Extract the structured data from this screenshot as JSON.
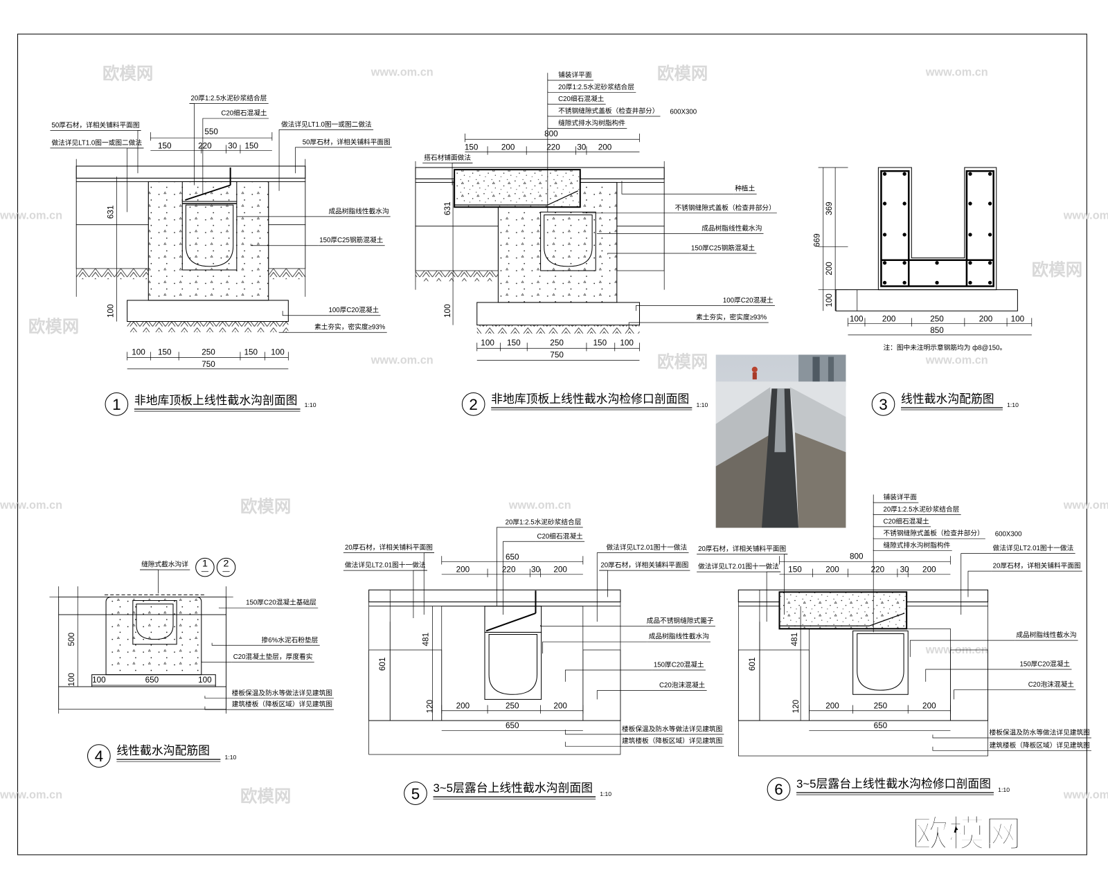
{
  "watermark": {
    "brand": "欧模网",
    "url": "www.om.cn"
  },
  "sections": [
    {
      "number": "1",
      "title": "非地库顶板上线性截水沟剖面图",
      "scale": "1:10",
      "labels": [
        "20厚1:2.5水泥砂浆结合层",
        "C20细石混凝土",
        "50厚石材，详相关铺料平面图",
        "做法详见LT1.0图一或图二做法",
        "做法详见LT1.0图一或图二做法",
        "50厚石材，详相关铺料平面图",
        "成品树脂线性截水沟",
        "150厚C25钢筋混凝土",
        "100厚C20混凝土",
        "素土夯实，密实度≥93%"
      ],
      "dims": [
        "550",
        "150",
        "220",
        "30",
        "150",
        "631",
        "100",
        "100",
        "150",
        "250",
        "150",
        "100",
        "750"
      ]
    },
    {
      "number": "2",
      "title": "非地库顶板上线性截水沟检修口剖面图",
      "scale": "1:10",
      "labels": [
        "铺装详平面",
        "20厚1:2.5水泥砂浆结合层",
        "C20细石混凝土",
        "不锈钢缝隙式盖板（检查井部分）",
        "600X300",
        "缝隙式排水沟树脂构件",
        "搭石材铺面做法",
        "种植土",
        "不锈钢缝隙式盖板（检查井部分）",
        "成品树脂线性截水沟",
        "150厚C25钢筋混凝土",
        "100厚C20混凝土",
        "素土夯实，密实度≥93%"
      ],
      "dims": [
        "800",
        "150",
        "200",
        "220",
        "30",
        "200",
        "631",
        "100",
        "100",
        "150",
        "250",
        "150",
        "100",
        "750"
      ]
    },
    {
      "number": "3",
      "title": "线性截水沟配筋图",
      "scale": "1:10",
      "note": "注：图中未注明示意钢筋均为 ф8@150。",
      "dims": [
        "669",
        "369",
        "200",
        "100",
        "100",
        "200",
        "250",
        "200",
        "100",
        "850"
      ]
    },
    {
      "number": "4",
      "title": "线性截水沟配筋图",
      "scale": "1:10",
      "refs": [
        "1",
        "2"
      ],
      "labels": [
        "缝隙式截水沟详",
        "150厚C20混凝土基础层",
        "掺6%水泥石粉垫层",
        "C20混凝土垫层，厚度看实",
        "楼板保温及防水等做法详见建筑图",
        "建筑楼板（降板区域）详见建筑图"
      ],
      "dims": [
        "500",
        "100",
        "100",
        "650",
        "100"
      ]
    },
    {
      "number": "5",
      "title": "3~5层露台上线性截水沟剖面图",
      "scale": "1:10",
      "labels": [
        "20厚1:2.5水泥砂浆结合层",
        "C20细石混凝土",
        "20厚石材，详相关铺料平面图",
        "做法详见LT2.01图十一做法",
        "做法详见LT2.01图十一做法",
        "20厚石材，详相关铺料平面图",
        "成品不锈钢缝隙式篦子",
        "成品树脂线性截水沟",
        "150厚C20混凝土",
        "C20泡沫混凝土",
        "楼板保温及防水等做法详见建筑图",
        "建筑楼板（降板区域）详见建筑图"
      ],
      "dims": [
        "650",
        "200",
        "220",
        "30",
        "200",
        "481",
        "601",
        "120",
        "200",
        "250",
        "200",
        "650"
      ]
    },
    {
      "number": "6",
      "title": "3~5层露台上线性截水沟检修口剖面图",
      "scale": "1:10",
      "labels": [
        "铺装详平面",
        "20厚1:2.5水泥砂浆结合层",
        "C20细石混凝土",
        "不锈钢缝隙式盖板（检查井部分）",
        "缝隙式排水沟树脂构件",
        "600X300",
        "20厚石材，详相关铺料平面图",
        "做法详见LT2.01图十一做法",
        "做法详见LT2.01图十一做法",
        "20厚石材，详相关铺料平面图",
        "成品树脂线性截水沟",
        "150厚C20混凝土",
        "C20泡沫混凝土",
        "楼板保温及防水等做法详见建筑图",
        "建筑楼板（降板区域）详见建筑图"
      ],
      "dims": [
        "800",
        "150",
        "200",
        "220",
        "30",
        "200",
        "481",
        "601",
        "120",
        "200",
        "250",
        "200",
        "650"
      ]
    }
  ]
}
